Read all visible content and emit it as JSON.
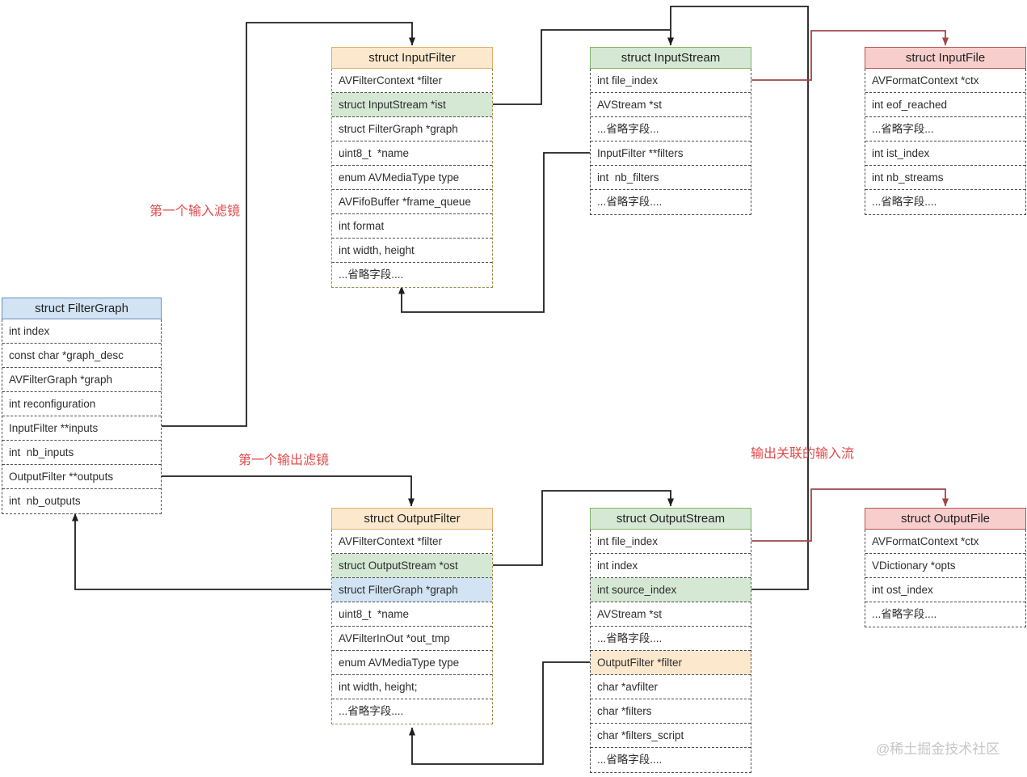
{
  "colors": {
    "orange_fill": "#FCE8CD",
    "orange_border": "#DCAF6E",
    "green_fill": "#D5E8D4",
    "green_border": "#82B366",
    "red_fill": "#F8CECC",
    "red_border": "#B85450",
    "blue_fill": "#D2E3F3",
    "blue_border": "#6C8EBF",
    "edge_black": "#1f1f1f",
    "edge_maroon": "#9E4747",
    "label_red": "#E14B4B"
  },
  "annotations": {
    "first_input_filter": "第一个输入滤镜",
    "first_output_filter": "第一个输出滤镜",
    "output_linked_input_stream": "输出关联的输入流",
    "watermark": "@稀土掘金技术社区"
  },
  "structs": [
    {
      "id": "input-filter",
      "title": "struct InputFilter",
      "theme": "orange",
      "fields": [
        {
          "text": "AVFilterContext *filter"
        },
        {
          "text": "struct InputStream *ist",
          "bg": "green"
        },
        {
          "text": "struct FilterGraph *graph"
        },
        {
          "text": "uint8_t  *name"
        },
        {
          "text": "enum AVMediaType type"
        },
        {
          "text": "AVFifoBuffer *frame_queue"
        },
        {
          "text": "int format"
        },
        {
          "text": "int width, height"
        },
        {
          "text": "...省略字段...."
        }
      ]
    },
    {
      "id": "input-stream",
      "title": "struct InputStream",
      "theme": "green",
      "fields": [
        {
          "text": "int file_index"
        },
        {
          "text": "AVStream *st"
        },
        {
          "text": "...省略字段..."
        },
        {
          "text": "InputFilter **filters"
        },
        {
          "text": "int  nb_filters"
        },
        {
          "text": "...省略字段...."
        }
      ]
    },
    {
      "id": "input-file",
      "title": "struct InputFile",
      "theme": "red",
      "fields": [
        {
          "text": "AVFormatContext *ctx"
        },
        {
          "text": "int eof_reached"
        },
        {
          "text": "...省略字段..."
        },
        {
          "text": "int ist_index"
        },
        {
          "text": "int nb_streams"
        },
        {
          "text": "...省略字段...."
        }
      ]
    },
    {
      "id": "filter-graph",
      "title": "struct FilterGraph",
      "theme": "blue",
      "fields": [
        {
          "text": "int index"
        },
        {
          "text": "const char *graph_desc"
        },
        {
          "text": "AVFilterGraph *graph"
        },
        {
          "text": "int reconfiguration"
        },
        {
          "text": "InputFilter **inputs"
        },
        {
          "text": "int  nb_inputs"
        },
        {
          "text": "OutputFilter **outputs"
        },
        {
          "text": "int  nb_outputs"
        }
      ]
    },
    {
      "id": "output-filter",
      "title": "struct OutputFilter",
      "theme": "orange",
      "fields": [
        {
          "text": "AVFilterContext *filter"
        },
        {
          "text": "struct OutputStream *ost",
          "bg": "green"
        },
        {
          "text": "struct FilterGraph *graph",
          "bg": "blue"
        },
        {
          "text": "uint8_t  *name"
        },
        {
          "text": "AVFilterInOut *out_tmp"
        },
        {
          "text": "enum AVMediaType type"
        },
        {
          "text": "int width, height;"
        },
        {
          "text": "...省略字段...."
        }
      ]
    },
    {
      "id": "output-stream",
      "title": "struct OutputStream",
      "theme": "green",
      "fields": [
        {
          "text": "int file_index"
        },
        {
          "text": "int index"
        },
        {
          "text": "int source_index",
          "bg": "green"
        },
        {
          "text": "AVStream *st"
        },
        {
          "text": "...省略字段...."
        },
        {
          "text": "OutputFilter *filter",
          "bg": "orange"
        },
        {
          "text": "char *avfilter"
        },
        {
          "text": "char *filters"
        },
        {
          "text": "char *filters_script"
        },
        {
          "text": "...省略字段...."
        }
      ]
    },
    {
      "id": "output-file",
      "title": "struct OutputFile",
      "theme": "red",
      "fields": [
        {
          "text": "AVFormatContext *ctx"
        },
        {
          "text": "VDictionary *opts"
        },
        {
          "text": "int ost_index"
        },
        {
          "text": "...省略字段...."
        }
      ]
    }
  ]
}
